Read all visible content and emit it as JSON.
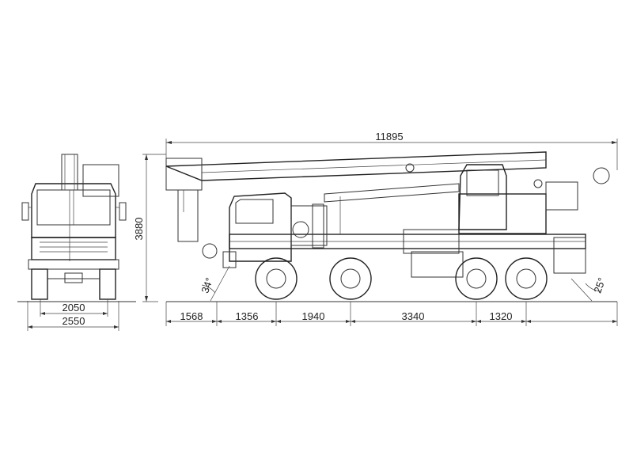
{
  "dimensions": {
    "overall_length": "11895",
    "height": "3880",
    "front_track": "2050",
    "front_width": "2550",
    "front_overhang": "1568",
    "wheelbase_1": "1356",
    "wheelbase_2": "1940",
    "wheelbase_3": "3340",
    "wheelbase_4": "1320"
  },
  "angles": {
    "approach_angle": "34°",
    "departure_angle": "25°"
  },
  "colors": {
    "line": "#333333",
    "background": "#ffffff"
  }
}
